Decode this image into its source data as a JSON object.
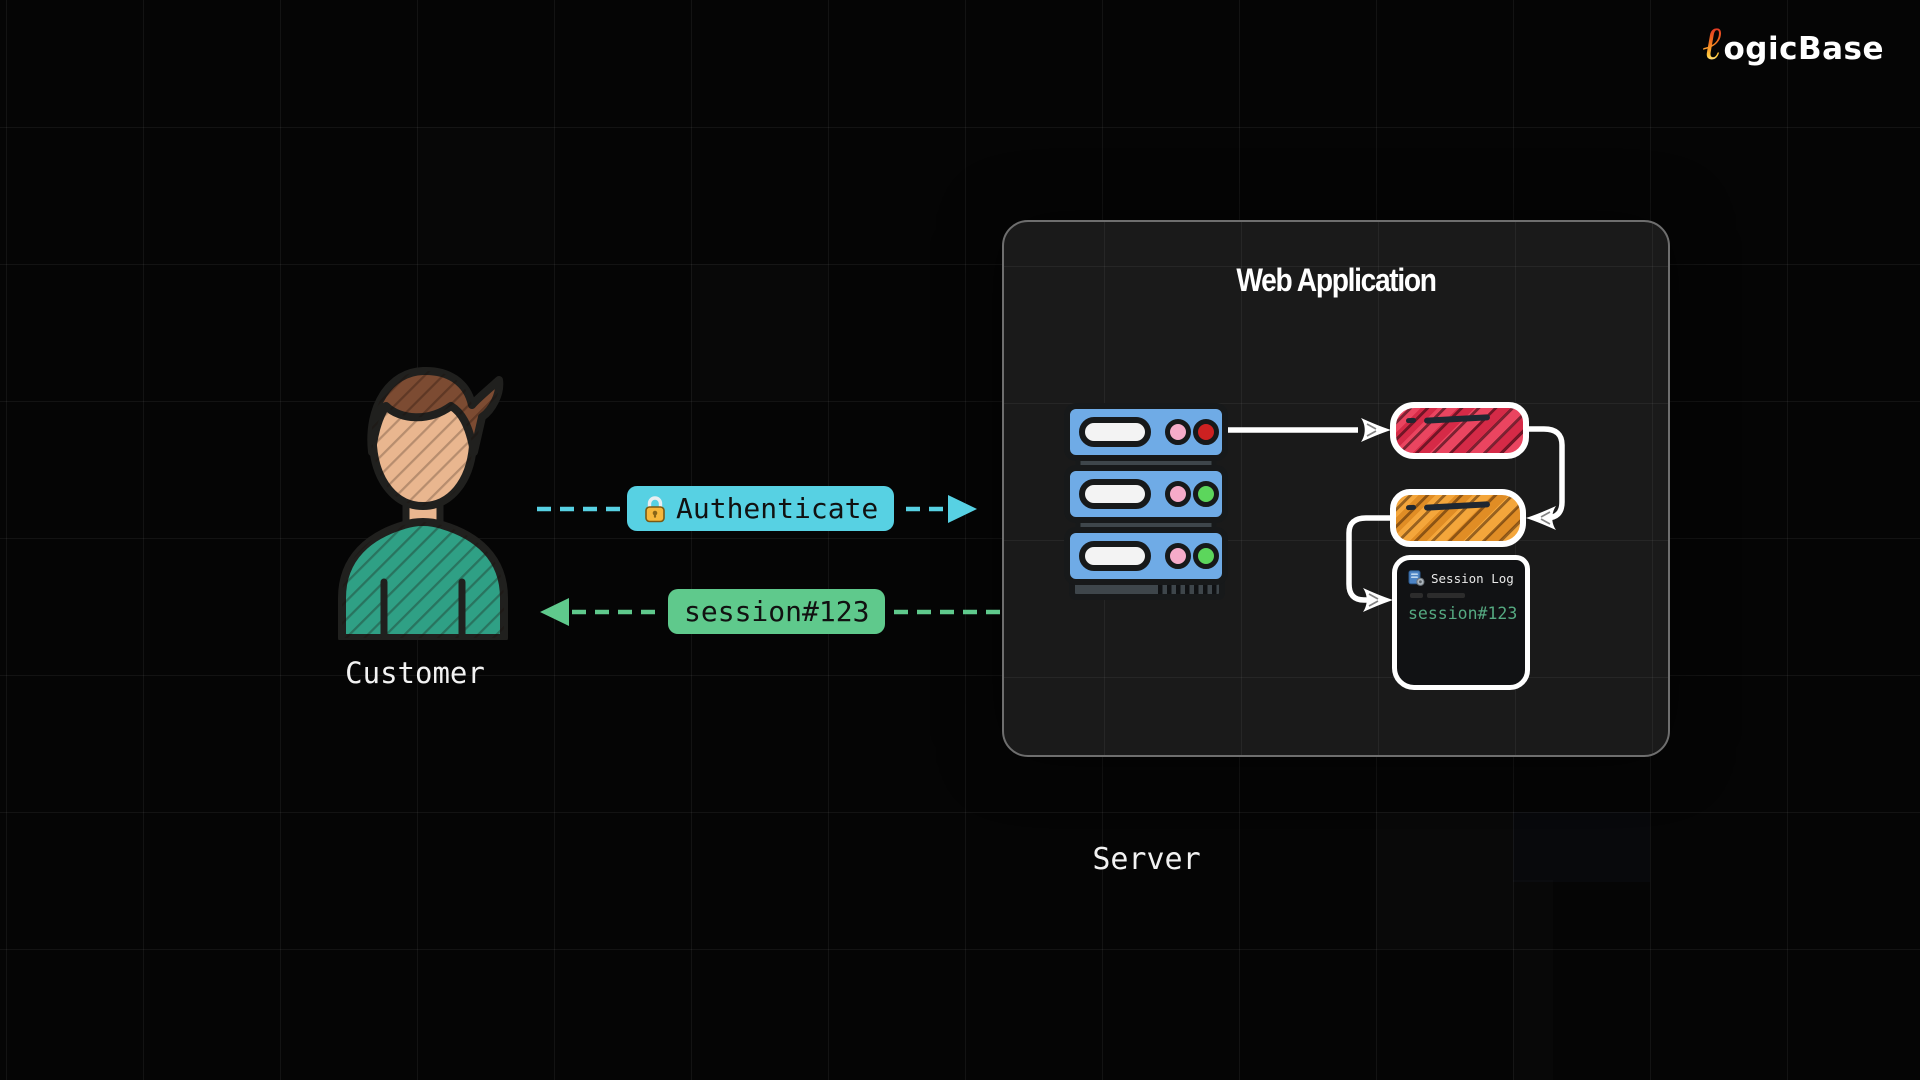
{
  "brand": {
    "logo_script": "ℓ",
    "logo_text": "ogicBase",
    "logo_gradient_top": "#d91f26",
    "logo_gradient_bottom": "#ffc93d"
  },
  "customer": {
    "label": "Customer"
  },
  "messages": {
    "authenticate": {
      "icon": "lock-icon",
      "label": "Authenticate",
      "color": "#57d1e3",
      "direction": "customer-to-server"
    },
    "session": {
      "label": "session#123",
      "color": "#5fc98c",
      "direction": "server-to-customer"
    }
  },
  "web_application": {
    "title": "Web Application",
    "server": {
      "label": "Server",
      "color": "#6fabe6",
      "led_rows": [
        [
          "pink",
          "red"
        ],
        [
          "pink",
          "green"
        ],
        [
          "pink",
          "green"
        ]
      ]
    },
    "flow_boxes": [
      {
        "name": "red-box",
        "color": "#e5344e"
      },
      {
        "name": "orange-box",
        "color": "#f2a033"
      }
    ],
    "session_log": {
      "icon": "database-gear-icon",
      "title": "Session Log",
      "entry": "session#123",
      "entry_color": "#55a981"
    }
  }
}
